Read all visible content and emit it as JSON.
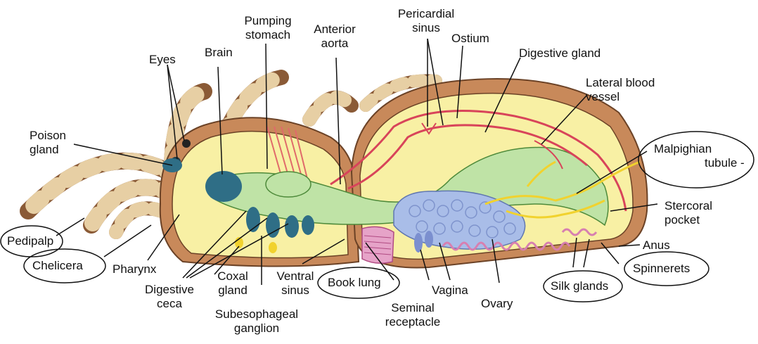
{
  "labels": {
    "eyes": "Eyes",
    "brain": "Brain",
    "pumping_stomach": [
      "Pumping",
      "stomach"
    ],
    "anterior_aorta": [
      "Anterior",
      "aorta"
    ],
    "pericardial_sinus": [
      "Pericardial",
      "sinus"
    ],
    "ostium": "Ostium",
    "digestive_gland": "Digestive gland",
    "lateral_blood_vessel": [
      "Lateral blood",
      "vessel"
    ],
    "malpighian_tubule": [
      "Malpighian",
      "tubule -"
    ],
    "poison_gland": [
      "Poison",
      "gland"
    ],
    "stercoral_pocket": [
      "Stercoral",
      "pocket"
    ],
    "anus": "Anus",
    "pedipalp": "Pedipalp",
    "chelicera": "Chelicera",
    "pharynx": "Pharynx",
    "digestive_ceca": [
      "Digestive",
      "ceca"
    ],
    "coxal_gland": [
      "Coxal",
      "gland"
    ],
    "subesophageal_ganglion": [
      "Subesophageal",
      "ganglion"
    ],
    "ventral_sinus": [
      "Ventral",
      "sinus"
    ],
    "book_lung": "Book lung",
    "seminal_receptacle": [
      "Seminal",
      "receptacle"
    ],
    "vagina": "Vagina",
    "ovary": "Ovary",
    "silk_glands": "Silk glands",
    "spinnerets": "Spinnerets"
  },
  "colors": {
    "cuticle_brown": "#c8895a",
    "leg_band_dark": "#8a5a36",
    "leg_band_light": "#e7cfa4",
    "cavity_yellow": "#f8f0a4",
    "gut_green": "#bfe3a6",
    "nerve_teal": "#2f6e86",
    "vessel_red": "#d8445a",
    "ovary_blue": "#a9bde8",
    "silk_pink": "#d77fb0",
    "tubule_yellow": "#f1d22e",
    "booklung_pink": "#e6a3c8"
  }
}
